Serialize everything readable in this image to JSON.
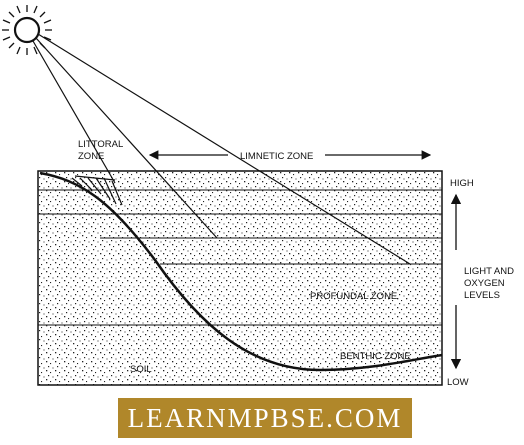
{
  "labels": {
    "littoral_line1": "LITTORAL",
    "littoral_line2": "ZONE",
    "limnetic": "LIMNETIC ZONE",
    "high": "HIGH",
    "low": "LOW",
    "light_line1": "LIGHT AND",
    "light_line2": "OXYGEN",
    "light_line3": "LEVELS",
    "profundal": "PROFUNDAL ZONE",
    "benthic": "BENTHIC ZONE",
    "soil": "SOIL"
  },
  "watermark": "LEARNMPBSE.COM",
  "colors": {
    "banner": "#b0872a",
    "ink": "#111111"
  }
}
